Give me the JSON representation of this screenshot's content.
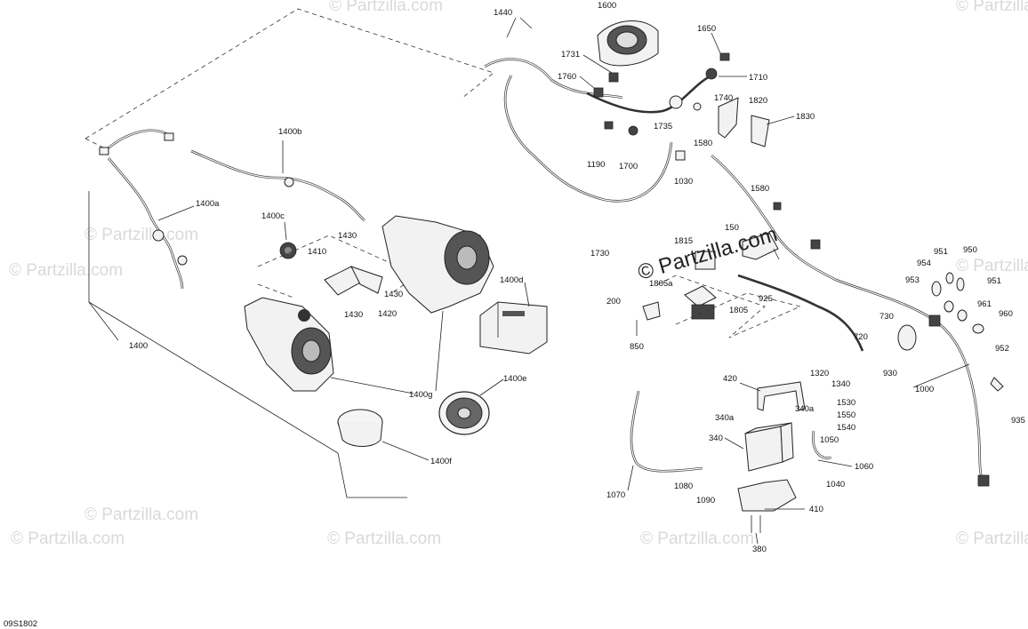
{
  "diagram_code": "09S1802",
  "watermarks": {
    "main": "© Partzilla.com",
    "faint": "© Partzilla.com"
  },
  "callouts": {
    "c1400": "1400",
    "c1400a": "1400a",
    "c1400b": "1400b",
    "c1400c": "1400c",
    "c1400d": "1400d",
    "c1400e": "1400e",
    "c1400f": "1400f",
    "c1400g": "1400g",
    "c1410": "1410",
    "c1420": "1420",
    "c1430_top": "1430",
    "c1430_mid": "1430",
    "c1430_low": "1430",
    "c1440": "1440",
    "c1600": "1600",
    "c1650": "1650",
    "c1710": "1710",
    "c1731": "1731",
    "c1760": "1760",
    "c1740": "1740",
    "c1820": "1820",
    "c1830": "1830",
    "c1735": "1735",
    "c1580_top": "1580",
    "c1580_mid": "1580",
    "c1190": "1190",
    "c1700": "1700",
    "c1030": "1030",
    "c1730": "1730",
    "c1815": "1815",
    "c150": "150",
    "c1805a": "1805a",
    "c1805": "1805",
    "c200": "200",
    "c850": "850",
    "c925": "925",
    "c951a": "951",
    "c950": "950",
    "c954": "954",
    "c953": "953",
    "c951b": "951",
    "c961": "961",
    "c960": "960",
    "c952": "952",
    "c730": "730",
    "c720": "720",
    "c930": "930",
    "c1320": "1320",
    "c1340": "1340",
    "c1000": "1000",
    "c935": "935",
    "c420": "420",
    "c340a_left": "340a",
    "c340a_right": "340a",
    "c1530": "1530",
    "c1550": "1550",
    "c1540": "1540",
    "c340": "340",
    "c1050": "1050",
    "c1060": "1060",
    "c1040": "1040",
    "c1070": "1070",
    "c1080": "1080",
    "c1090": "1090",
    "c410": "410",
    "c380": "380"
  }
}
